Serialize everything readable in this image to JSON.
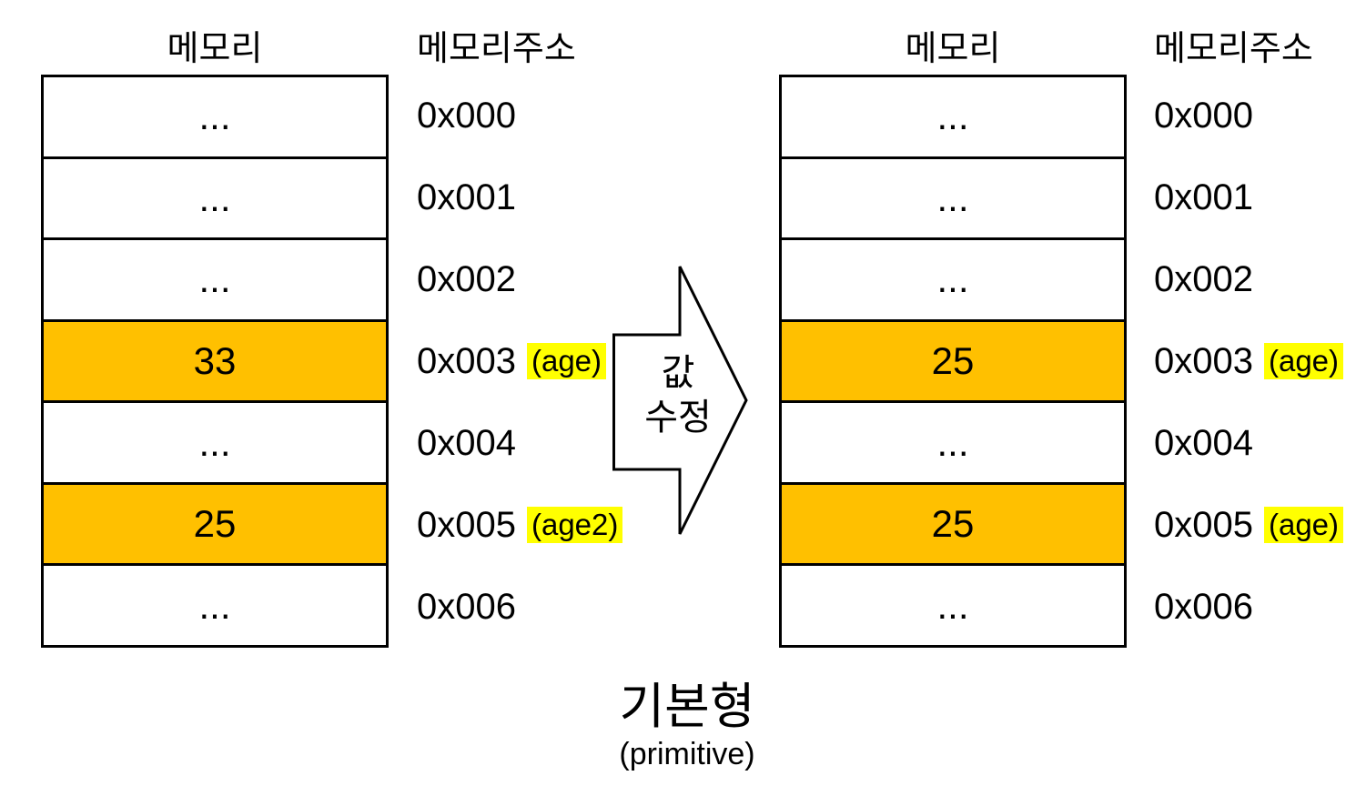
{
  "diagram": {
    "left_panel": {
      "memory_header": "메모리",
      "address_header": "메모리주소",
      "rows": [
        {
          "value": "...",
          "address": "0x000",
          "highlighted": false,
          "label": ""
        },
        {
          "value": "...",
          "address": "0x001",
          "highlighted": false,
          "label": ""
        },
        {
          "value": "...",
          "address": "0x002",
          "highlighted": false,
          "label": ""
        },
        {
          "value": "33",
          "address": "0x003",
          "highlighted": true,
          "label": "(age)"
        },
        {
          "value": "...",
          "address": "0x004",
          "highlighted": false,
          "label": ""
        },
        {
          "value": "25",
          "address": "0x005",
          "highlighted": true,
          "label": "(age2)"
        },
        {
          "value": "...",
          "address": "0x006",
          "highlighted": false,
          "label": ""
        }
      ]
    },
    "arrow": {
      "label_line1": "값",
      "label_line2": "수정"
    },
    "right_panel": {
      "memory_header": "메모리",
      "address_header": "메모리주소",
      "rows": [
        {
          "value": "...",
          "address": "0x000",
          "highlighted": false,
          "label": ""
        },
        {
          "value": "...",
          "address": "0x001",
          "highlighted": false,
          "label": ""
        },
        {
          "value": "...",
          "address": "0x002",
          "highlighted": false,
          "label": ""
        },
        {
          "value": "25",
          "address": "0x003",
          "highlighted": true,
          "label": "(age)"
        },
        {
          "value": "...",
          "address": "0x004",
          "highlighted": false,
          "label": ""
        },
        {
          "value": "25",
          "address": "0x005",
          "highlighted": true,
          "label": "(age)"
        },
        {
          "value": "...",
          "address": "0x006",
          "highlighted": false,
          "label": ""
        }
      ]
    },
    "caption": {
      "title": "기본형",
      "subtitle": "(primitive)"
    },
    "colors": {
      "highlight_cell": "#FFC000",
      "highlight_label": "#FFFF00",
      "border": "#000000",
      "text": "#000000",
      "background": "#FFFFFF"
    }
  }
}
